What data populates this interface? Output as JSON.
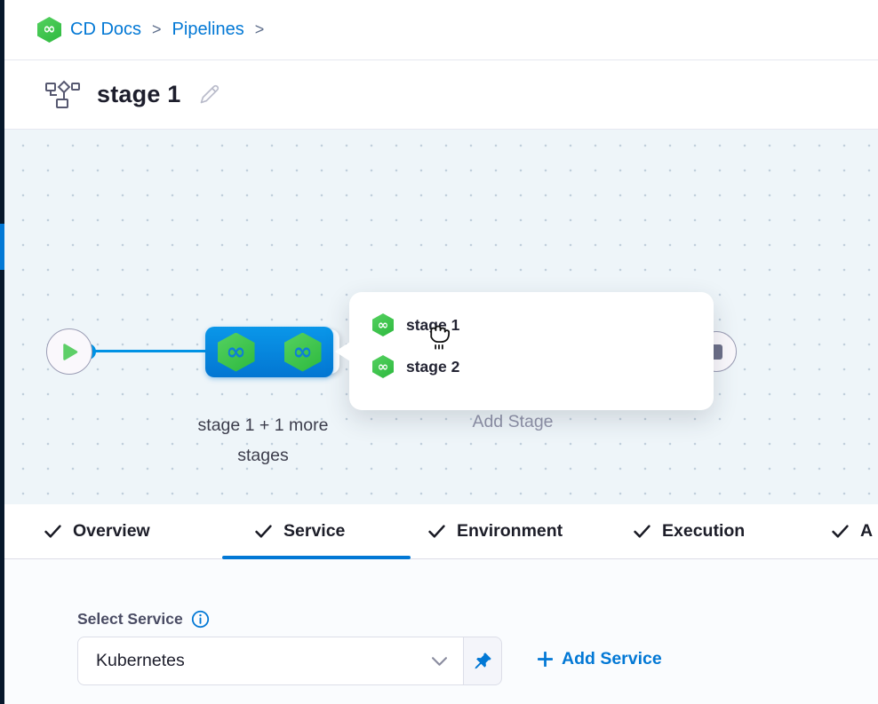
{
  "breadcrumb": {
    "logo_icon": "harness-infinity-hexagon",
    "items": [
      {
        "label": "CD Docs"
      },
      {
        "label": "Pipelines"
      }
    ],
    "separator": ">"
  },
  "header": {
    "title_icon": "pipeline-flowchart",
    "title": "stage 1",
    "edit_icon": "pencil"
  },
  "canvas": {
    "start_icon": "play",
    "end_icon": "stop",
    "stage_group_label": "stage 1 + 1 more stages",
    "add_stage_label": "Add Stage",
    "popup": {
      "items": [
        {
          "icon": "cd-stage-hexagon",
          "label": "stage 1"
        },
        {
          "icon": "cd-stage-hexagon",
          "label": "stage 2"
        }
      ],
      "cursor": "grab-hand"
    }
  },
  "tabs": [
    {
      "label": "Overview",
      "checked": true,
      "active": false
    },
    {
      "label": "Service",
      "checked": true,
      "active": true
    },
    {
      "label": "Environment",
      "checked": true,
      "active": false
    },
    {
      "label": "Execution",
      "checked": true,
      "active": false
    },
    {
      "label": "A",
      "checked": true,
      "active": false,
      "clipped_by_viewport": true
    }
  ],
  "service_panel": {
    "label": "Select Service",
    "info_icon": "info",
    "value": "Kubernetes",
    "chevron_icon": "chevron-down",
    "pin_icon": "pushpin",
    "add_service_label": "Add Service"
  },
  "colors": {
    "accent": "#0278d5",
    "connector": "#0092e4",
    "hexagon_green": "#3dc64b",
    "canvas_bg": "#eef5f9",
    "rail_dark": "#07182b"
  }
}
